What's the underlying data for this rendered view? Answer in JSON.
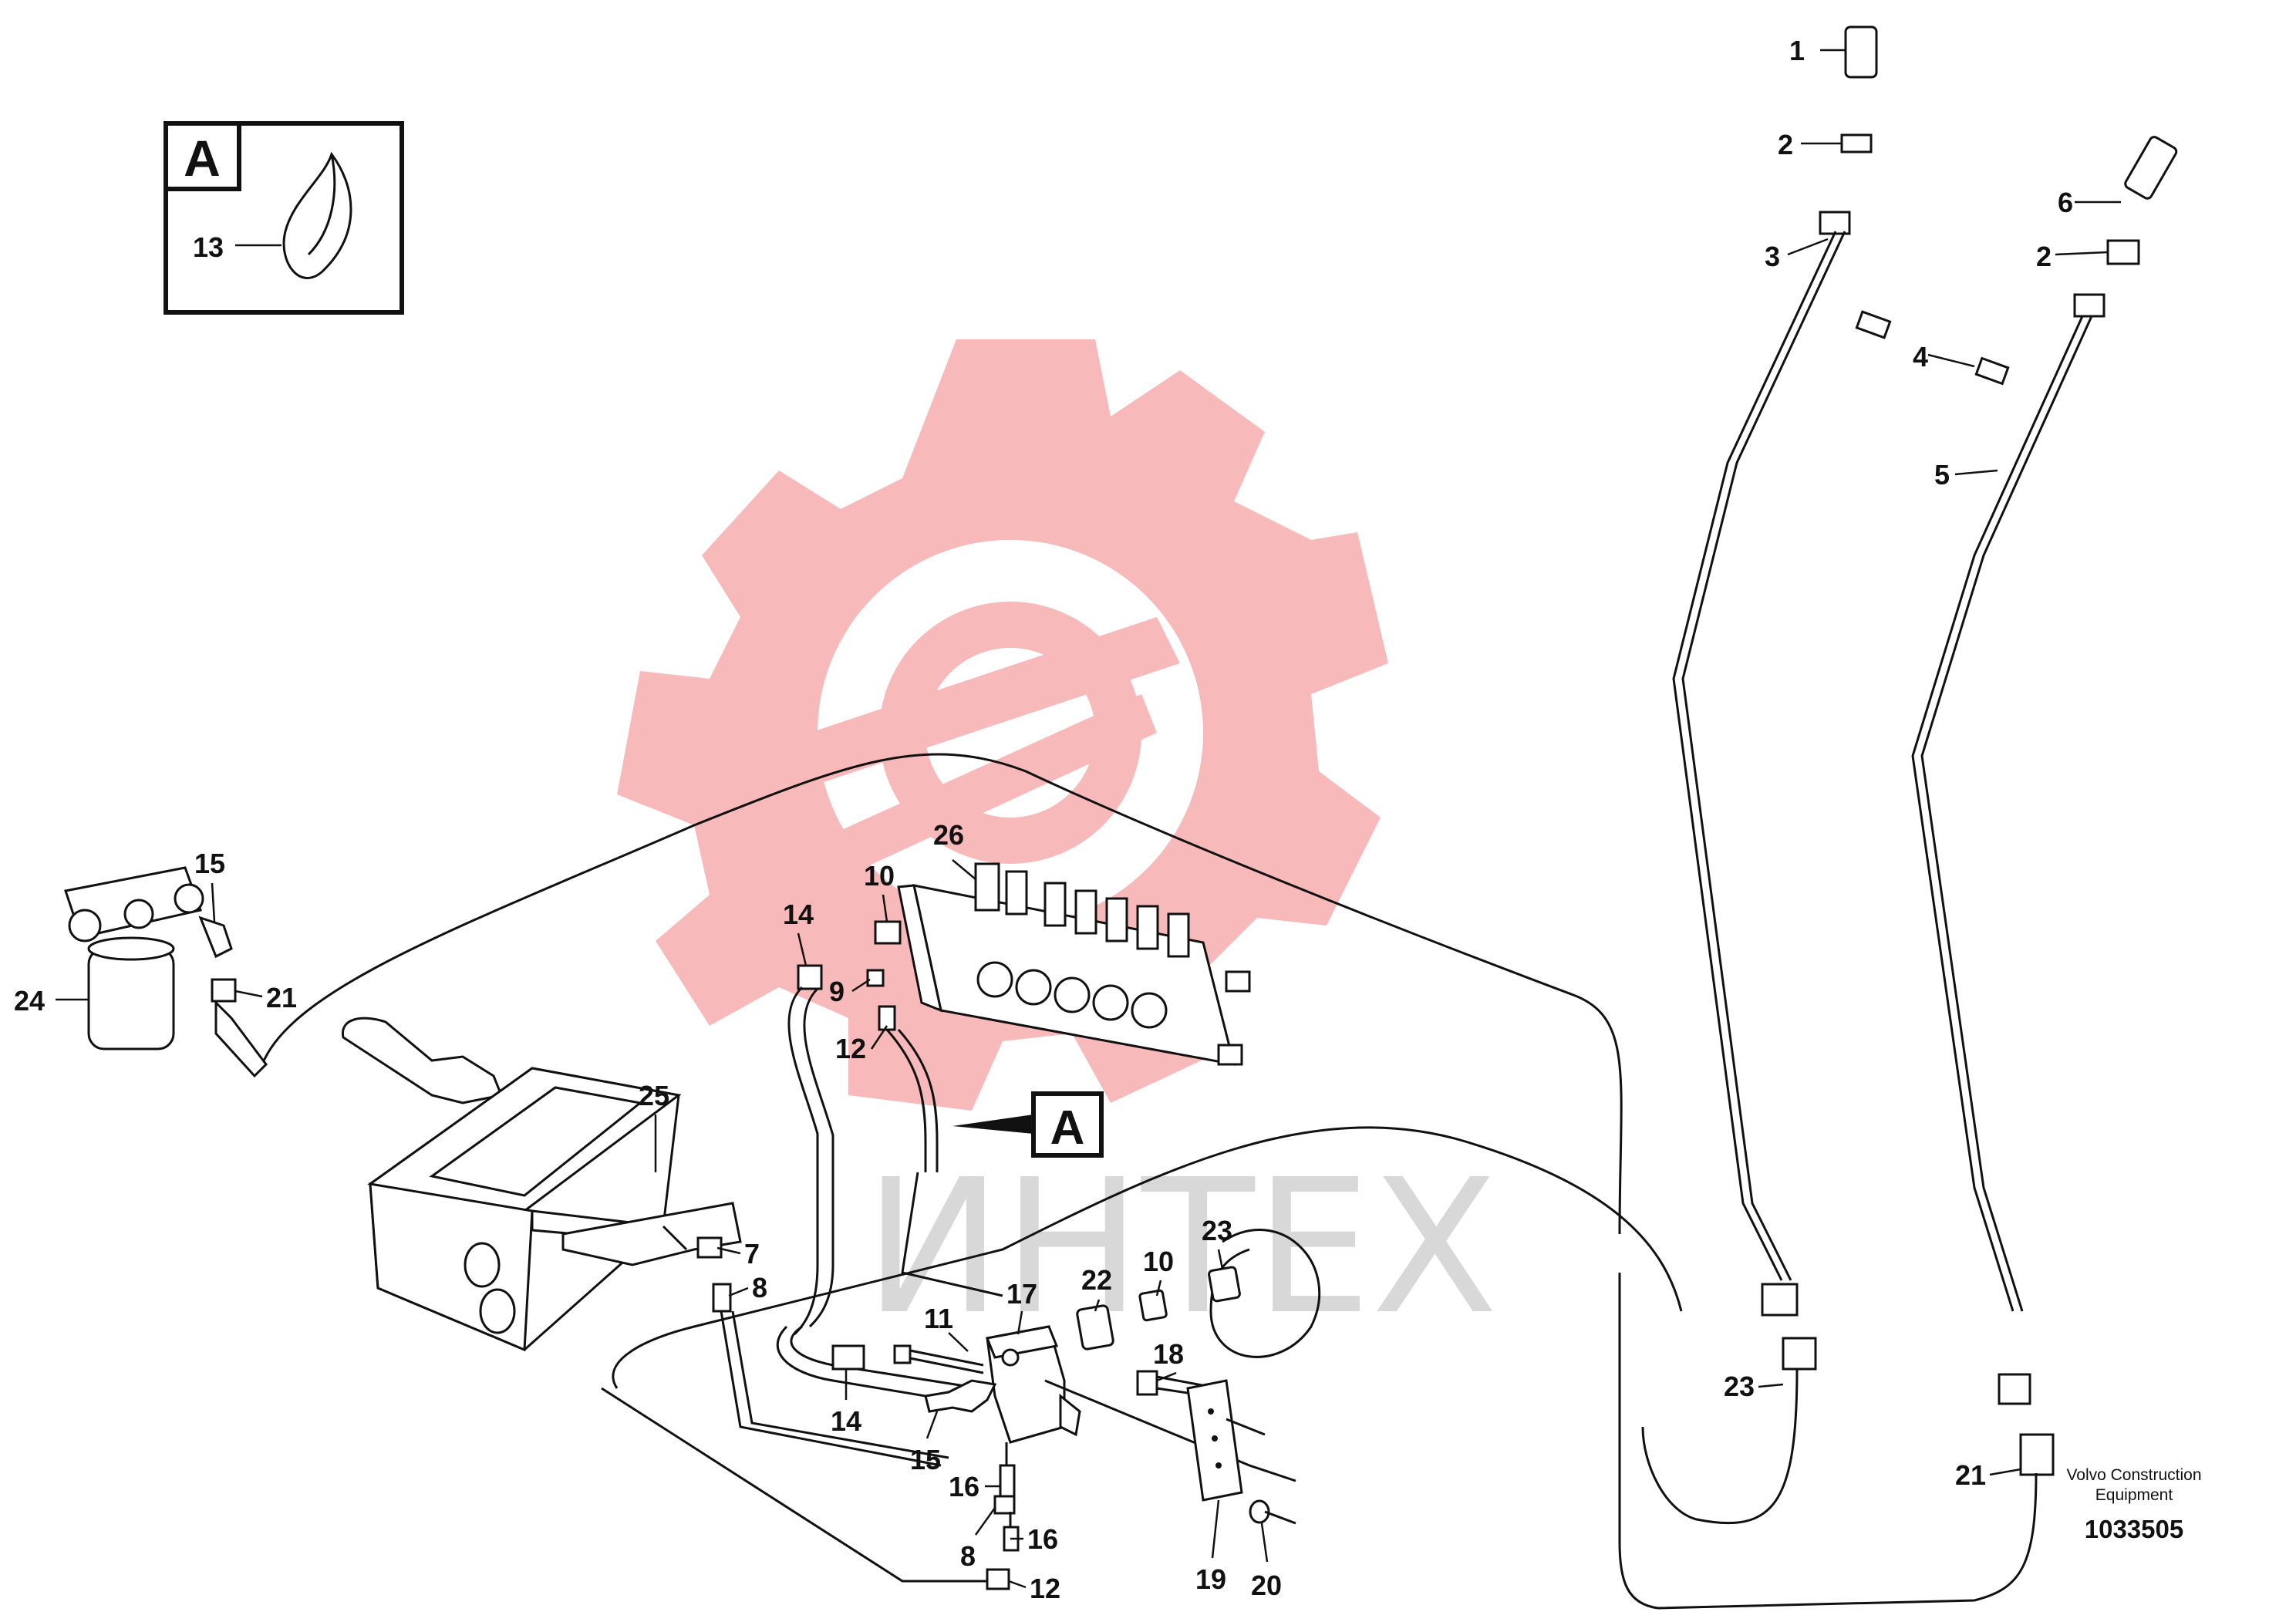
{
  "diagram": {
    "detail_label": "A",
    "view_marker_label": "A",
    "callouts": [
      "1",
      "2",
      "3",
      "2",
      "6",
      "4",
      "5",
      "13",
      "26",
      "10",
      "14",
      "9",
      "12",
      "15",
      "21",
      "24",
      "25",
      "7",
      "8",
      "11",
      "17",
      "22",
      "10",
      "23",
      "18",
      "14",
      "15",
      "16",
      "16",
      "8",
      "12",
      "19",
      "20",
      "23",
      "21"
    ],
    "watermark_text": "ИНТЕХ",
    "footer": {
      "company": "Volvo Construction Equipment",
      "document_number": "1033505"
    }
  },
  "colors": {
    "watermark_gear": "#f7b9b9",
    "watermark_text": "#d8d8d8",
    "line": "#111111"
  }
}
